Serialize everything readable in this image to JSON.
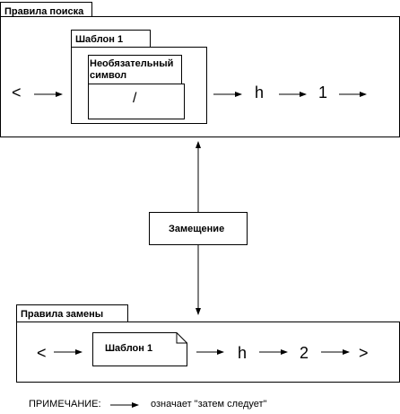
{
  "search_rules": {
    "title": "Правила поиска",
    "template_title": "Шаблон 1",
    "optional_label": "Необязательный символ",
    "optional_symbol": "/",
    "symbols": [
      "<",
      "h",
      "1"
    ]
  },
  "substitution_label": "Замещение",
  "replace_rules": {
    "title": "Правила замены",
    "template_ref": "Шаблон 1",
    "symbols": [
      "<",
      "h",
      "2",
      ">"
    ]
  },
  "note": {
    "label": "ПРИМЕЧАНИЕ:",
    "text": "означает \"затем следует\""
  }
}
